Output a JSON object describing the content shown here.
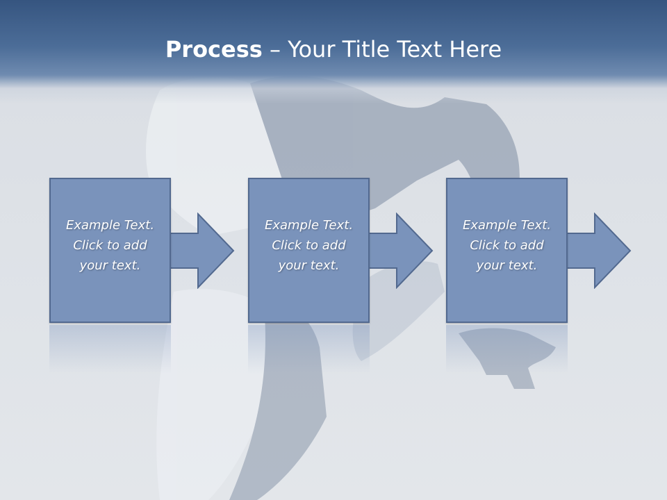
{
  "slide": {
    "title_bold": "Process",
    "title_rest": " – Your Title Text Here"
  },
  "steps": [
    {
      "line1": "Example Text.",
      "line2": "Click  to add",
      "line3": "your text."
    },
    {
      "line1": "Example Text.",
      "line2": "Click  to add",
      "line3": "your text."
    },
    {
      "line1": "Example Text.",
      "line2": "Click  to add",
      "line3": "your text."
    }
  ],
  "colors": {
    "title_band": "#365580",
    "box_fill": "#7a93bb",
    "box_border": "#52698f",
    "text": "#ffffff"
  }
}
